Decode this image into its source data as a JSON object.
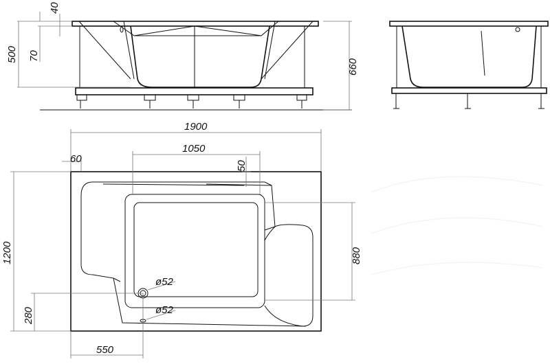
{
  "title": "Bathtub technical drawing",
  "side_view": {
    "dims": {
      "rim_thickness": "40",
      "rim_offset": "70",
      "tub_depth": "500",
      "total_height": "660"
    }
  },
  "plan_view": {
    "dims": {
      "length": "1900",
      "inner_length": "1050",
      "edge_offset": "60",
      "inner_offset": "50",
      "width": "1200",
      "inner_width": "880",
      "drain_y": "280",
      "drain_x": "550",
      "drain_diameter": "ø52",
      "overflow_diameter": "ø52"
    }
  }
}
